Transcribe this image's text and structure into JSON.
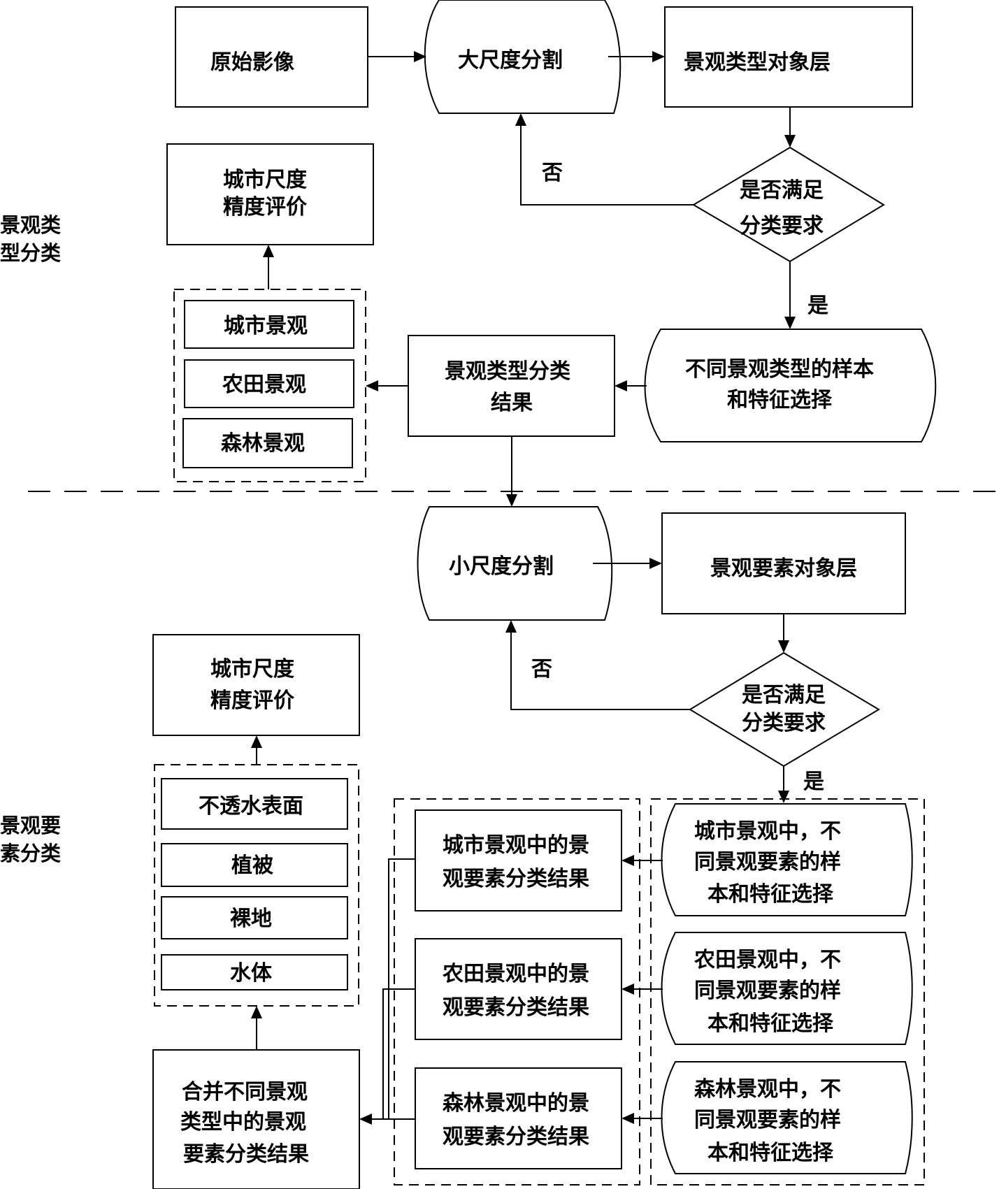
{
  "section1": {
    "label_lines": [
      "景观类",
      "型分类"
    ],
    "original_image": "原始影像",
    "large_scale_segmentation": "大尺度分割",
    "landscape_type_object_layer": "景观类型对象层",
    "decision_lines": [
      "是否满足",
      "分类要求"
    ],
    "no_label": "否",
    "yes_label": "是",
    "samples_lines": [
      "不同景观类型的样本",
      "和特征选择"
    ],
    "result_lines": [
      "景观类型分类",
      "结果"
    ],
    "landscape_types": [
      "城市景观",
      "农田景观",
      "森林景观"
    ],
    "accuracy_lines": [
      "城市尺度",
      "精度评价"
    ]
  },
  "section2": {
    "label_lines": [
      "景观要",
      "素分类"
    ],
    "small_scale_segmentation": "小尺度分割",
    "landscape_element_object_layer": "景观要素对象层",
    "decision_lines": [
      "是否满足",
      "分类要求"
    ],
    "no_label": "否",
    "yes_label": "是",
    "samples": [
      [
        "城市景观中，不",
        "同景观要素的样",
        "本和特征选择"
      ],
      [
        "农田景观中，不",
        "同景观要素的样",
        "本和特征选择"
      ],
      [
        "森林景观中，不",
        "同景观要素的样",
        "本和特征选择"
      ]
    ],
    "results": [
      [
        "城市景观中的景",
        "观要素分类结果"
      ],
      [
        "农田景观中的景",
        "观要素分类结果"
      ],
      [
        "森林景观中的景",
        "观要素分类结果"
      ]
    ],
    "merge_lines": [
      "合并不同景观",
      "类型中的景观",
      "要素分类结果"
    ],
    "elements": [
      "不透水表面",
      "植被",
      "裸地",
      "水体"
    ],
    "accuracy_lines": [
      "城市尺度",
      "精度评价"
    ]
  }
}
